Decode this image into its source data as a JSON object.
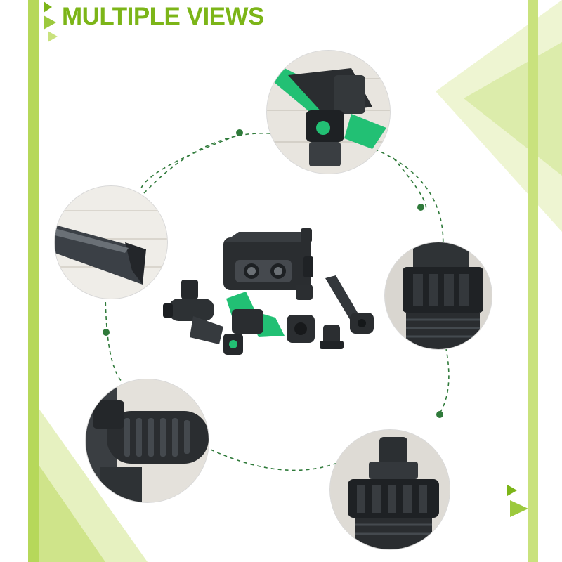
{
  "header": {
    "title": "MULTIPLE VIEWS"
  },
  "colors": {
    "accent_green": "#7cb518",
    "light_green": "#c9e27d",
    "dot_green": "#2f7a3a",
    "product_green": "#22c074",
    "product_black": "#2a2d30"
  },
  "views": [
    {
      "name": "sprinkler-head-closeup"
    },
    {
      "name": "spike-tip-closeup"
    },
    {
      "name": "threaded-adapter-closeup"
    },
    {
      "name": "valve-lever-closeup"
    },
    {
      "name": "quick-connector-closeup"
    }
  ],
  "icons": [
    "triangle-arrow-icon",
    "dashed-connector"
  ]
}
